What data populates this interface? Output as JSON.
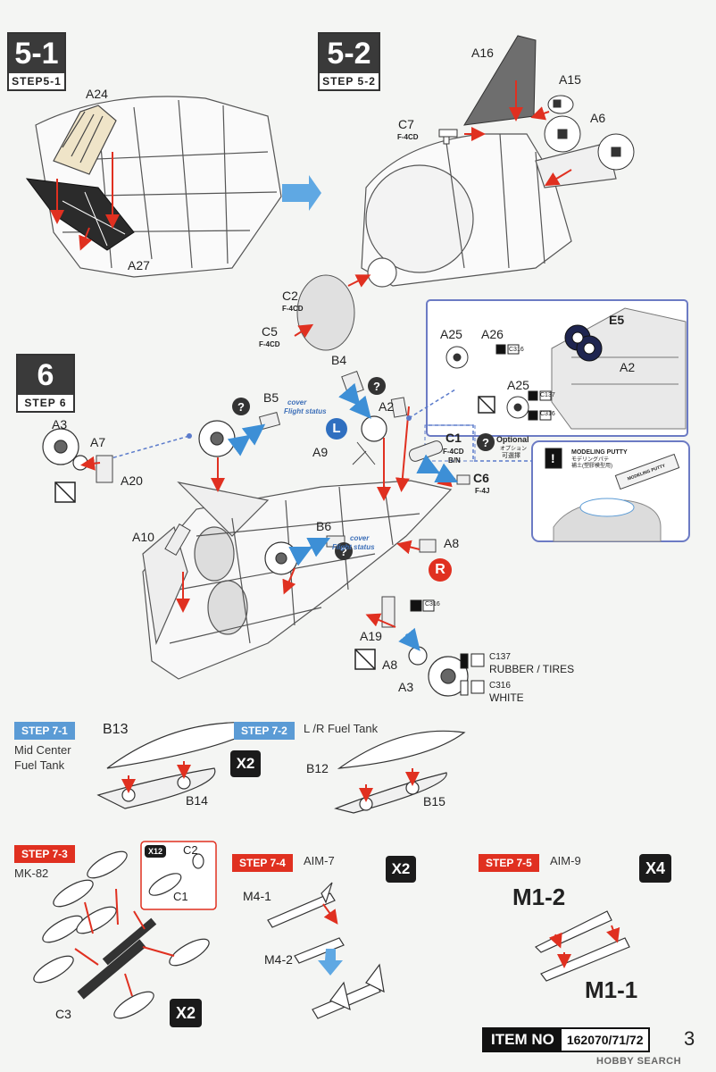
{
  "steps": {
    "s5_1": {
      "number": "5-1",
      "label": "STEP5-1"
    },
    "s5_2": {
      "number": "5-2",
      "label": "STEP 5-2"
    },
    "s6": {
      "number": "6",
      "label": "STEP 6"
    }
  },
  "parts_5_1": {
    "a24": "A24",
    "a27": "A27"
  },
  "parts_5_2": {
    "a16": "A16",
    "a15": "A15",
    "a6": "A6",
    "c7": "C7",
    "c7_note": "F-4CD",
    "c2": "C2",
    "c2_note": "F-4CD",
    "c5": "C5",
    "c5_note": "F-4CD"
  },
  "parts_6": {
    "b4": "B4",
    "b5": "B5",
    "b6": "B6",
    "a2": "A2",
    "a3": "A3",
    "a7": "A7",
    "a20": "A20",
    "a9": "A9",
    "a10": "A10",
    "a8": "A8",
    "a19": "A19",
    "a8b": "A8",
    "a3b": "A3",
    "c1": "C1",
    "c1_note1": "F-4CD",
    "c1_note2": "B/N",
    "c6": "C6",
    "c6_note": "F-4J",
    "cover_text": "cover",
    "flight_status": "Flight status",
    "left_marker": "L",
    "right_marker": "R",
    "optional": "Optional",
    "optional_jp1": "オプション",
    "optional_jp2": "可選擇",
    "c316": "C316"
  },
  "inset_detail": {
    "a25": "A25",
    "a26": "A26",
    "a25b": "A25",
    "e5": "E5",
    "a2": "A2",
    "c316": "C316",
    "c137": "C137",
    "c316b": "C316"
  },
  "putty": {
    "title": "MODELING PUTTY",
    "jp1": "モデリングパテ",
    "jp2": "補土(塑膠模型用)",
    "tube_label": "MODELING PUTTY"
  },
  "paint_legend": [
    {
      "code": "C137",
      "name": "RUBBER / TIRES"
    },
    {
      "code": "C316",
      "name": "WHITE"
    }
  ],
  "step7_1": {
    "tag": "STEP 7-1",
    "caption_line1": "Mid Center",
    "caption_line2": "Fuel Tank",
    "b13": "B13",
    "b14": "B14"
  },
  "step7_2": {
    "tag": "STEP 7-2",
    "caption": "L /R Fuel Tank",
    "b12": "B12",
    "b15": "B15",
    "qty": "X2"
  },
  "step7_3": {
    "tag": "STEP 7-3",
    "caption": "MK-82",
    "qty_inset": "X12",
    "c2": "C2",
    "c1": "C1",
    "c3": "C3",
    "qty": "X2"
  },
  "step7_4": {
    "tag": "STEP 7-4",
    "caption": "AIM-7",
    "qty": "X2",
    "m4_1": "M4-1",
    "m4_2": "M4-2"
  },
  "step7_5": {
    "tag": "STEP 7-5",
    "caption": "AIM-9",
    "qty": "X4",
    "m1_2": "M1-2",
    "m1_1": "M1-1"
  },
  "footer": {
    "item_label": "ITEM NO",
    "item_value": "162070/71/72",
    "page_number": "3",
    "watermark": "HOBBY SEARCH"
  },
  "colors": {
    "arrow_red": "#e03020",
    "arrow_blue": "#3d8fd6",
    "step_blue": "#5b9bd5",
    "step_red": "#e03020",
    "inset_border": "#6c7bc4"
  }
}
